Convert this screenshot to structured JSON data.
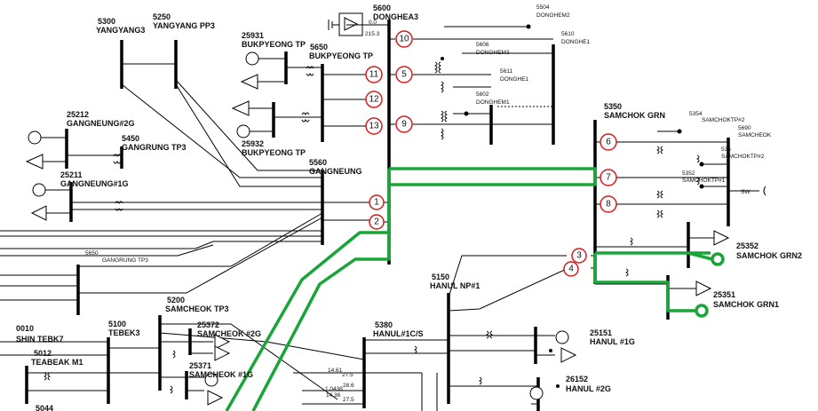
{
  "buses": [
    {
      "id": "5300",
      "name": "YANGYANG3"
    },
    {
      "id": "5250",
      "name": "YANGYANG PP3"
    },
    {
      "id": "25931",
      "name": "BUKPYEONG TP"
    },
    {
      "id": "5650",
      "name": "BUKPYEONG TP"
    },
    {
      "id": "25932",
      "name": "BUKPYEONG TP"
    },
    {
      "id": "25212",
      "name": "GANGNEUNG#2G"
    },
    {
      "id": "5450",
      "name": "GANGRUNG TP3"
    },
    {
      "id": "25211",
      "name": "GANGNEUNG#1G"
    },
    {
      "id": "5560",
      "name": "GANGNEUNG"
    },
    {
      "id": "5600",
      "name": "DONGHEA3"
    },
    {
      "id": "5504",
      "name": "DONGHEM2"
    },
    {
      "id": "5610",
      "name": "DONGHE1"
    },
    {
      "id": "5606",
      "name": "DONGHEM3"
    },
    {
      "id": "5611",
      "name": "DONGHE1"
    },
    {
      "id": "5602",
      "name": "DONGHEM1"
    },
    {
      "id": "5350",
      "name": "SAMCHOK GRN"
    },
    {
      "id": "5354",
      "name": "SAMCHOKTP#2"
    },
    {
      "id": "5690",
      "name": "SAMCHEOK"
    },
    {
      "id": "535",
      "name": "SAMCHOKTP#2"
    },
    {
      "id": "5352",
      "name": "SAMCHOKTP#1"
    },
    {
      "id": "25352",
      "name": "SAMCHOK GRN2"
    },
    {
      "id": "25351",
      "name": "SAMCHOK GRN1"
    },
    {
      "id": "5650",
      "name": "GANGRUNG TP3"
    },
    {
      "id": "5150",
      "name": "HANUL NP#1"
    },
    {
      "id": "5200",
      "name": "SAMCHEOK TP3"
    },
    {
      "id": "5100",
      "name": "TEBEK3"
    },
    {
      "id": "0010",
      "name": "SHIN TEBK7"
    },
    {
      "id": "5012",
      "name": "TEABEAK M1"
    },
    {
      "id": "25372",
      "name": "SAMCHEOK #2G"
    },
    {
      "id": "25371",
      "name": "SAMCHEOK #1G"
    },
    {
      "id": "5380",
      "name": "HANUL#1C/S"
    },
    {
      "id": "25151",
      "name": "HANUL #1G"
    },
    {
      "id": "26152",
      "name": "HANUL #2G"
    },
    {
      "id": "5044",
      "name": ""
    }
  ],
  "circle_numbers": [
    "1",
    "2",
    "3",
    "4",
    "5",
    "6",
    "7",
    "8",
    "9",
    "10",
    "11",
    "12",
    "13"
  ],
  "misc_text": {
    "sw": "SW",
    "gen_val1": "0.0",
    "gen_val2": "215.3",
    "small_vals": [
      "14.61",
      "27.5",
      "1.0438",
      "28.6",
      "14.36",
      "27.5"
    ]
  },
  "colors": {
    "line": "#000000",
    "highlight": "#1aa53a",
    "circle": "#d7191c"
  }
}
